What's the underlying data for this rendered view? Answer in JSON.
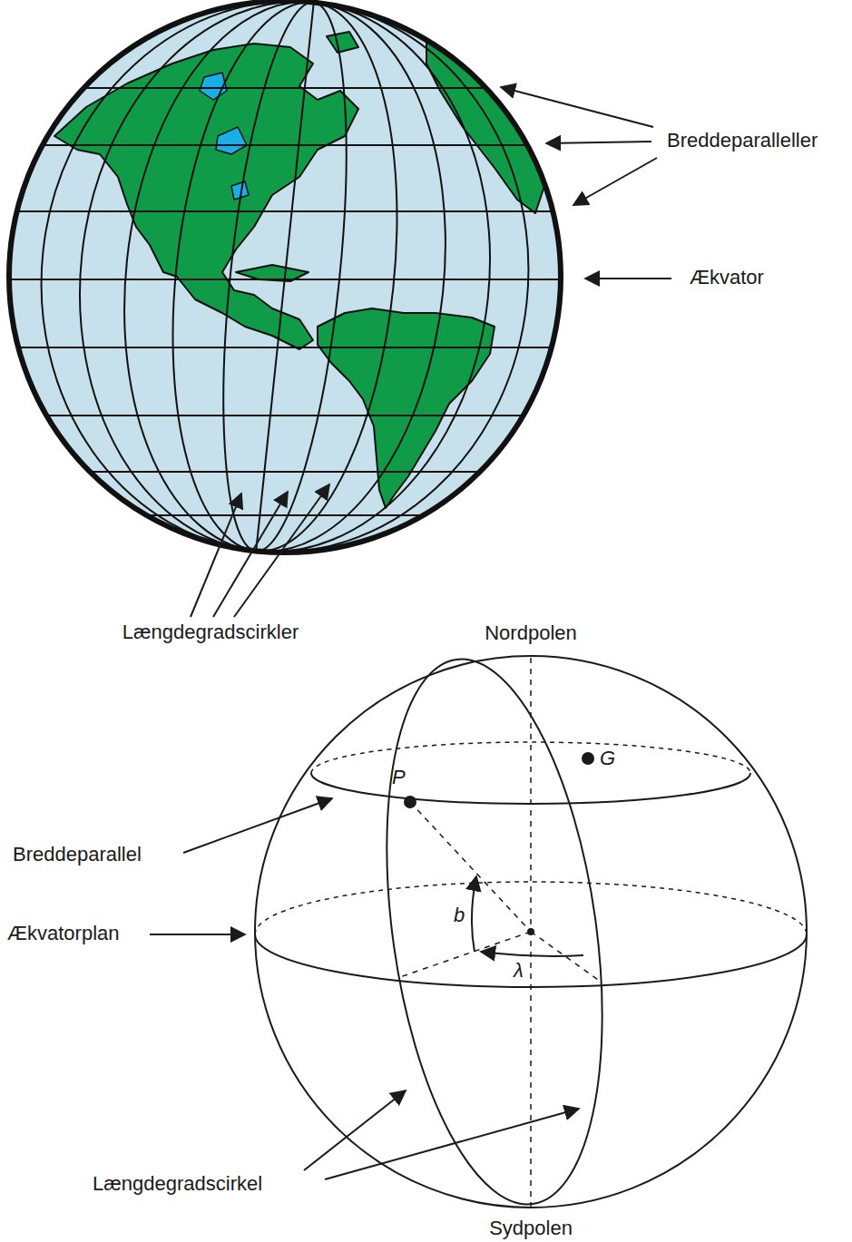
{
  "diagram": {
    "labels": [
      "Breddeparalleller",
      "Ækvator",
      "Længdegradscirkler",
      "Nordpolen",
      "G",
      "P",
      "Breddeparallel",
      "b",
      "Ækvatorplan",
      "λ",
      "Længdegradscirkel",
      "Sydpolen"
    ]
  }
}
